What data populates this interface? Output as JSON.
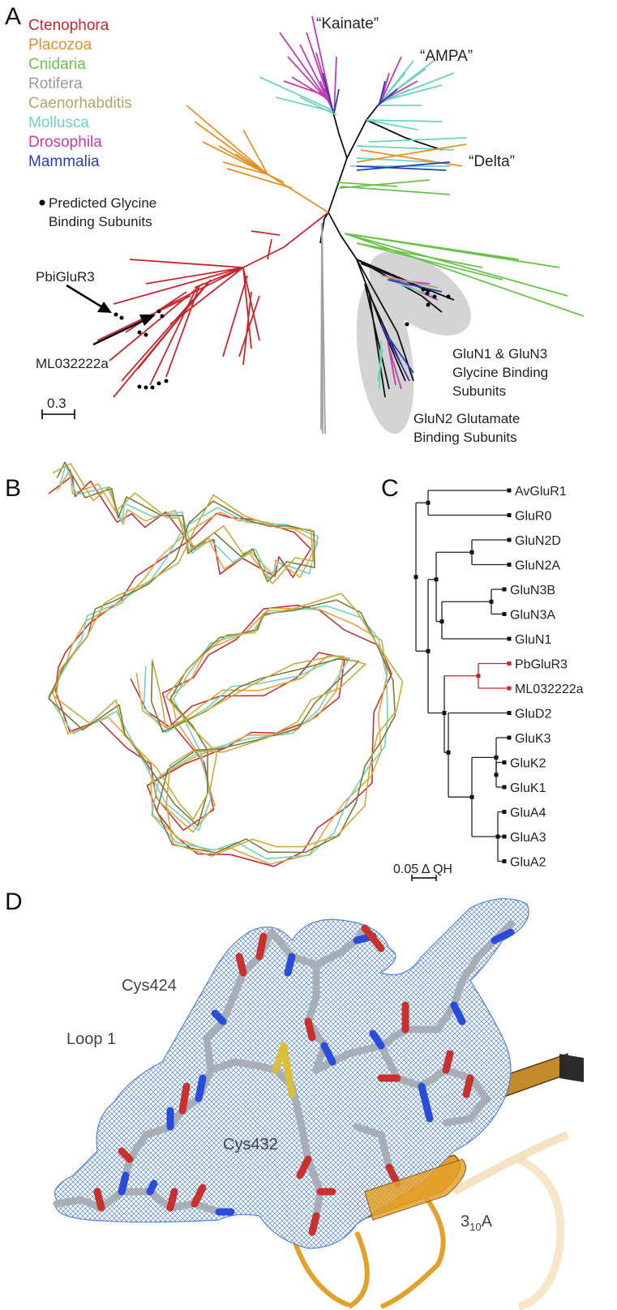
{
  "panels": {
    "a": {
      "letter": "A",
      "legend": [
        {
          "name": "Ctenophora",
          "color": "#c8262d"
        },
        {
          "name": "Placozoa",
          "color": "#e29325"
        },
        {
          "name": "Cnidaria",
          "color": "#6bc24a"
        },
        {
          "name": "Rotifera",
          "color": "#9a9a9a"
        },
        {
          "name": "Caenorhabditis",
          "color": "#b5a46a"
        },
        {
          "name": "Mollusca",
          "color": "#6fd3c2"
        },
        {
          "name": "Drosophila",
          "color": "#c23bb0"
        },
        {
          "name": "Mammalia",
          "color": "#2a3db5"
        }
      ],
      "glycine_note_line1": "Predicted Glycine",
      "glycine_note_line2": "Binding Subunits",
      "clade_kainate": "“Kainate”",
      "clade_ampa": "“AMPA”",
      "clade_delta": "“Delta”",
      "pbiglur3": "PbiGluR3",
      "ml032222a": "ML032222a",
      "glun1_line1": "GluN1 & GluN3",
      "glun1_line2": "Glycine Binding",
      "glun1_line3": "Subunits",
      "glun2_line1": "GluN2 Glutamate",
      "glun2_line2": "Binding Subunits",
      "scale": "0.3"
    },
    "b": {
      "letter": "B"
    },
    "c": {
      "letter": "C",
      "tips": [
        "AvGluR1",
        "GluR0",
        "GluN2D",
        "GluN2A",
        "GluN3B",
        "GluN3A",
        "GluN1",
        "PbGluR3",
        "ML032222a",
        "GluD2",
        "GluK3",
        "GluK2",
        "GluK1",
        "GluA4",
        "GluA3",
        "GluA2"
      ],
      "highlight_color": "#c0272d",
      "scale": "0.05 Δ QH"
    },
    "d": {
      "letter": "D",
      "cys424": "Cys424",
      "loop1": "Loop 1",
      "cys432": "Cys432",
      "helix_main": "3",
      "helix_sub": "10",
      "helix_suffix": "A"
    }
  }
}
